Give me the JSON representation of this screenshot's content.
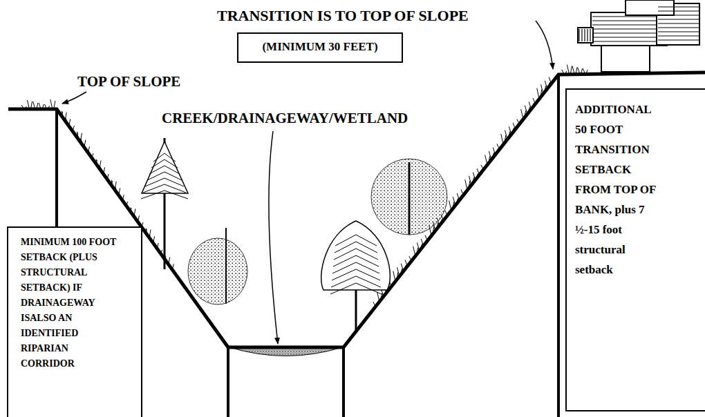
{
  "diagram": {
    "nodes": [
      {
        "text": [
          "(MINIMUM 30 FEET)"
        ]
      },
      {
        "text": [
          "MINIMUM 100 FOOT SETBACK (PLUS STRUCTURAL SETBACK) IF DRAINAGEWAY ISALSO AN IDENTIFIED RIPARIAN CORRIDOR"
        ]
      },
      {
        "text": [
          "ADDITIONAL 50 FOOT TRANSITION SETBACK FROM TOP OF BANK, plus 7 ½-15 foot structural setback"
        ]
      }
    ],
    "labels": [
      "TRANSITION IS TO TOP OF SLOPE",
      "TOP OF SLOPE",
      "CREEK/DRAINAGEWAY/WETLAND"
    ]
  }
}
